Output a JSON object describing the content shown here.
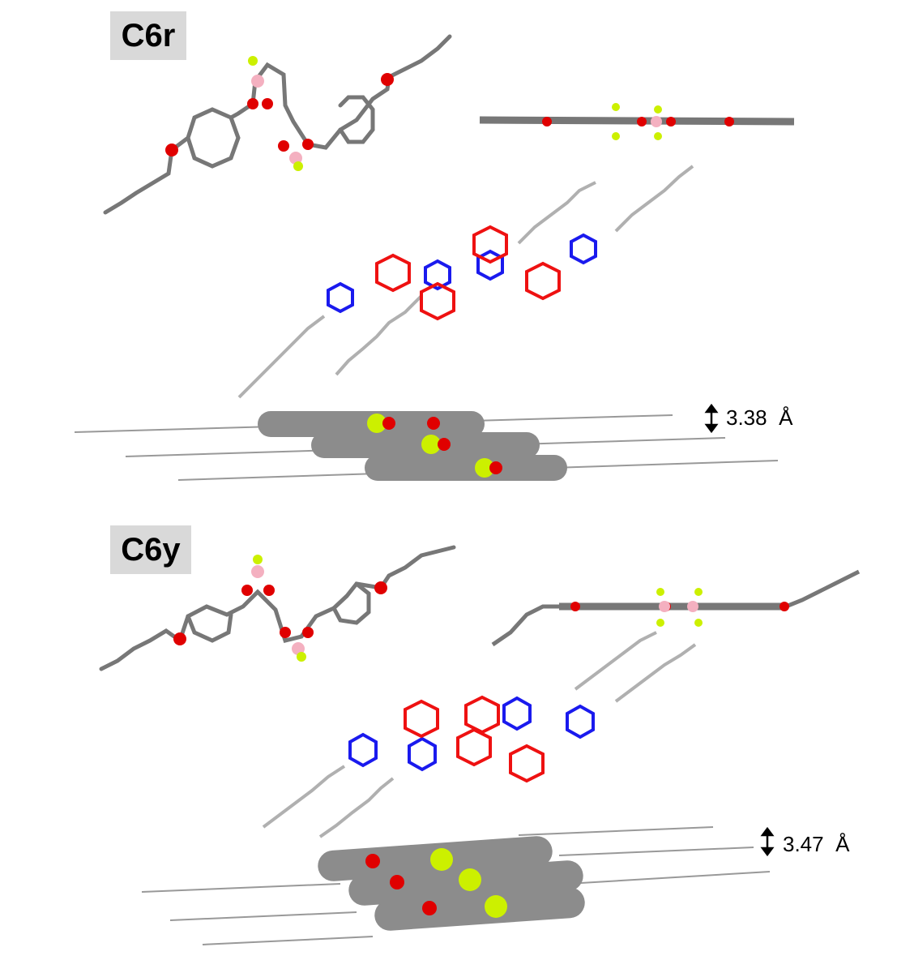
{
  "panels": [
    {
      "label": "C6r",
      "stack_distance": "3.38",
      "distance_unit": "Å"
    },
    {
      "label": "C6y",
      "stack_distance": "3.47",
      "distance_unit": "Å"
    }
  ],
  "colors": {
    "carbon": "#707070",
    "hydrogen": "#dcdcdc",
    "oxygen": "#e00000",
    "boron": "#f4b0c0",
    "fluorine": "#ccf000",
    "overlay_red": "#ee1111",
    "overlay_blue": "#1a1aee",
    "chain_gray": "#b0b0b0",
    "label_bg": "#d9d9d9"
  }
}
